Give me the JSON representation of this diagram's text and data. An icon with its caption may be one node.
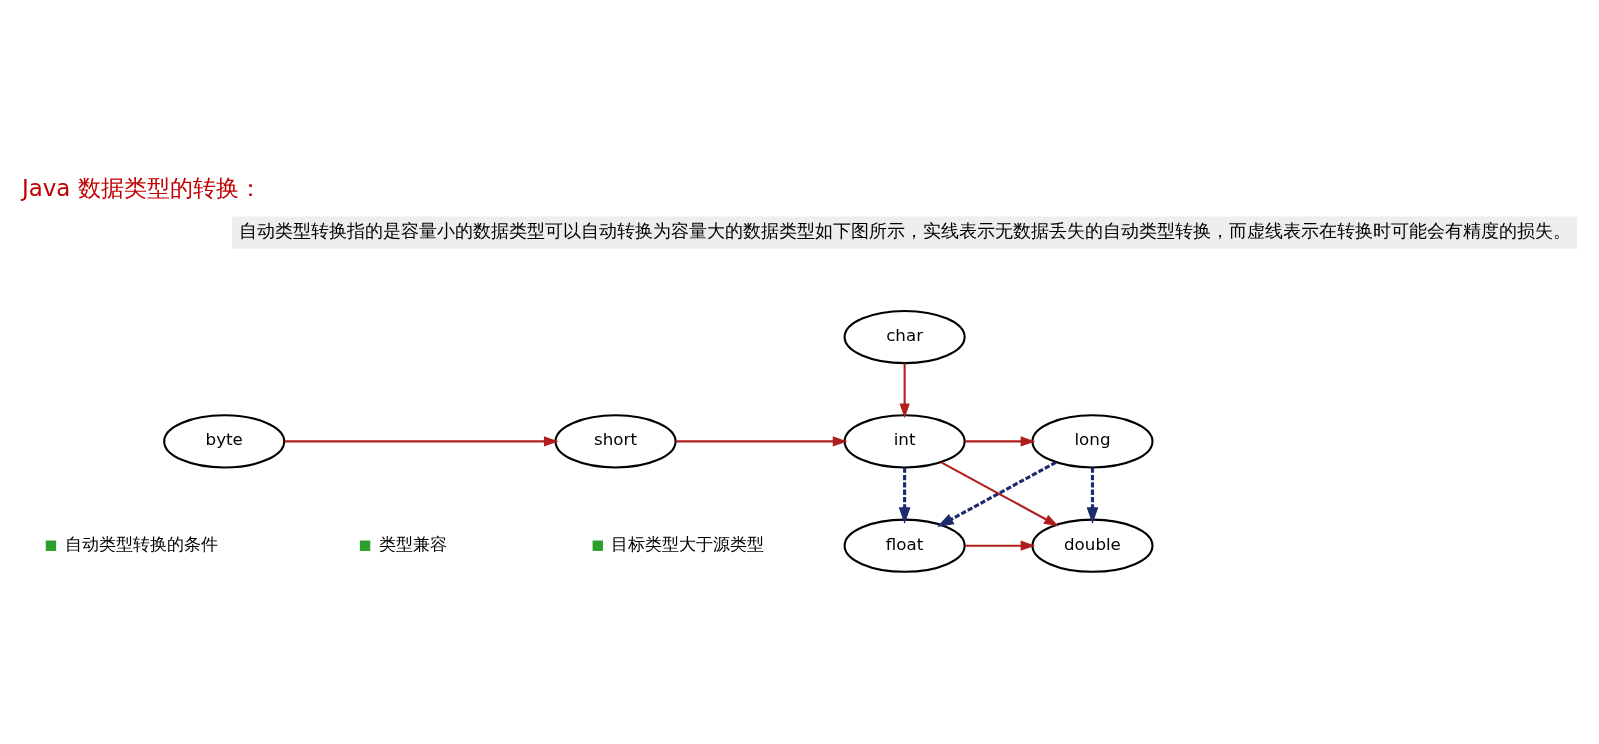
{
  "diagram": {
    "title": "Java 数据类型的转换：",
    "nodes": [
      {
        "text": [
          "char"
        ]
      },
      {
        "text": [
          "byte"
        ]
      },
      {
        "text": [
          "short"
        ]
      },
      {
        "text": [
          "int"
        ]
      },
      {
        "text": [
          "long"
        ]
      },
      {
        "text": [
          "float"
        ]
      },
      {
        "text": [
          "double"
        ]
      }
    ],
    "edges": [
      {
        "from": 0,
        "to": 3,
        "arrow": "to"
      },
      {
        "from": 1,
        "to": 2,
        "arrow": "to"
      },
      {
        "from": 2,
        "to": 3,
        "arrow": "to"
      },
      {
        "from": 3,
        "to": 4,
        "arrow": "to"
      },
      {
        "from": 3,
        "to": 5,
        "arrow": "to",
        "style": "dashed",
        "color": "#1c2a6e"
      },
      {
        "from": 3,
        "to": 6,
        "arrow": "to"
      },
      {
        "from": 4,
        "to": 5,
        "arrow": "to",
        "style": "dashed",
        "color": "#1c2a6e"
      },
      {
        "from": 4,
        "to": 6,
        "arrow": "to",
        "style": "dashed",
        "color": "#1c2a6e"
      },
      {
        "from": 5,
        "to": 6,
        "arrow": "to"
      }
    ],
    "labels": [
      "自动类型转换指的是容量小的数据类型可以自动转换为容量大的数据类型如下图所示，实线表示无数据丢失的自动类型转换，而虚线表示在转换时可能会有精度的损失。",
      "自动类型转换的条件",
      "类型兼容",
      "目标类型大于源类型"
    ]
  }
}
